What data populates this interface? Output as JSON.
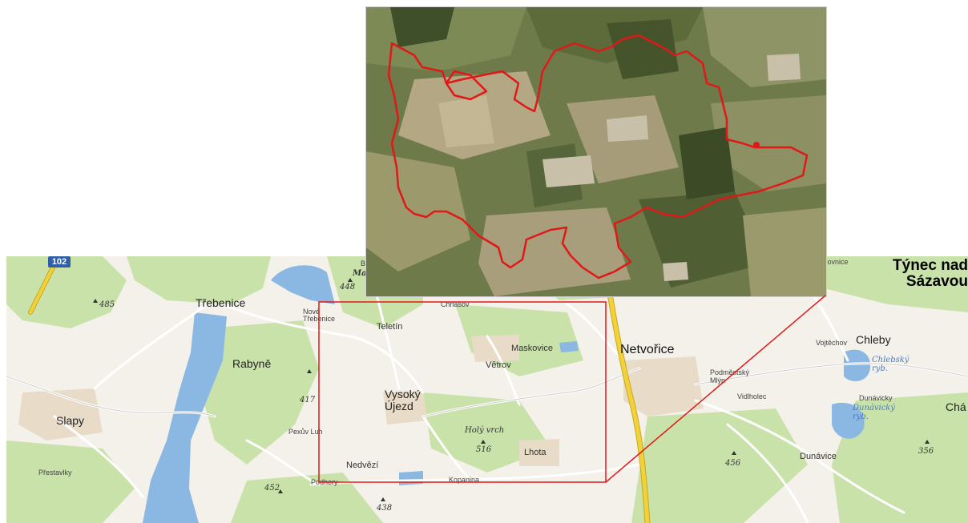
{
  "road_shield": "102",
  "map": {
    "towns": [
      {
        "name": "Třebenice"
      },
      {
        "name": "Nové Třebenice"
      },
      {
        "name": "Rabyně"
      },
      {
        "name": "Slapy"
      },
      {
        "name": "Přestavlky"
      },
      {
        "name": "Pexův Luh"
      },
      {
        "name": "Podhory"
      },
      {
        "name": "Nedvězí"
      },
      {
        "name": "Teletín"
      },
      {
        "name": "Chrlašov"
      },
      {
        "name": "Vysoký Újezd"
      },
      {
        "name": "Maskovice"
      },
      {
        "name": "Větrov"
      },
      {
        "name": "Lhota"
      },
      {
        "name": "Kopanina"
      },
      {
        "name": "Netvořice"
      },
      {
        "name": "Podměstský Mlýn"
      },
      {
        "name": "Vidlholec"
      },
      {
        "name": "Vojtěchov"
      },
      {
        "name": "Chleby"
      },
      {
        "name": "Dunávicky"
      },
      {
        "name": "Dunávice"
      },
      {
        "name": "Týnec nad Sázavou"
      },
      {
        "name": "Chá"
      },
      {
        "name": "Ma"
      },
      {
        "name": "izovnice"
      },
      {
        "name": "B"
      }
    ],
    "peaks": [
      {
        "name": "Holý vrch",
        "elevation": "516"
      },
      {
        "name": "",
        "elevation": "485"
      },
      {
        "name": "",
        "elevation": "448"
      },
      {
        "name": "",
        "elevation": "417"
      },
      {
        "name": "",
        "elevation": "452"
      },
      {
        "name": "",
        "elevation": "438"
      },
      {
        "name": "",
        "elevation": "456"
      },
      {
        "name": "",
        "elevation": "356"
      }
    ],
    "water_labels": [
      {
        "name": "Chlebský ryb."
      },
      {
        "name": "Dunávický ryb."
      }
    ]
  },
  "colors": {
    "boundary": "#e01818",
    "highway": "#f2d23a",
    "water": "#8ab8e3",
    "forest": "#c5e0a6",
    "land": "#f4f1ea"
  }
}
